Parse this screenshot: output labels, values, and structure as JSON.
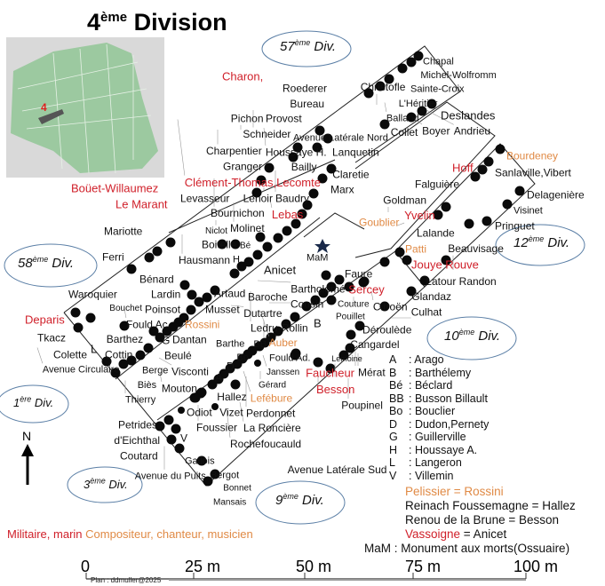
{
  "title": {
    "number": "4",
    "sup": "ème",
    "text": "Division"
  },
  "divisions": [
    {
      "num": "57",
      "sup": "ème",
      "text": "Div."
    },
    {
      "num": "58",
      "sup": "ème",
      "text": "Div."
    },
    {
      "num": "12",
      "sup": "ème",
      "text": "Div."
    },
    {
      "num": "10",
      "sup": "ème",
      "text": "Div."
    },
    {
      "num": "1",
      "sup": "ère",
      "text": "Div."
    },
    {
      "num": "3",
      "sup": "ème",
      "text": "Div."
    },
    {
      "num": "9",
      "sup": "ème",
      "text": "Div."
    }
  ],
  "minimap": {
    "marker": "4"
  },
  "north": "N",
  "colors": {
    "military": "#d0202a",
    "composer": "#e08a45",
    "division_ellipse": "#5b7fa6",
    "park": "#9cc9a0"
  },
  "labels": [
    {
      "text": "Chapal",
      "cat": "n"
    },
    {
      "text": "Michel-Wolfromm",
      "cat": "n"
    },
    {
      "text": "Sainte-Croix",
      "cat": "n"
    },
    {
      "text": "L'Héritier",
      "cat": "n"
    },
    {
      "text": "Balland",
      "cat": "n"
    },
    {
      "text": "Deslandes",
      "cat": "n"
    },
    {
      "text": "Christofle",
      "cat": "n"
    },
    {
      "text": "Collet",
      "cat": "n"
    },
    {
      "text": "Boyer",
      "cat": "n"
    },
    {
      "text": "Andrieu",
      "cat": "n"
    },
    {
      "text": "Avenue Latérale Nord",
      "cat": "n"
    },
    {
      "text": "Roederer",
      "cat": "n"
    },
    {
      "text": "Bureau",
      "cat": "n"
    },
    {
      "text": "Provost",
      "cat": "n"
    },
    {
      "text": "Charon,",
      "cat": "m"
    },
    {
      "text": "Schneider",
      "cat": "n"
    },
    {
      "text": "Houssaye H.",
      "cat": "n"
    },
    {
      "text": "Pichon",
      "cat": "n"
    },
    {
      "text": "Bailly",
      "cat": "n"
    },
    {
      "text": "Charpentier",
      "cat": "n"
    },
    {
      "text": "Clément-Thomas,Lecomte",
      "cat": "m"
    },
    {
      "text": "Granger",
      "cat": "n"
    },
    {
      "text": "Baudry",
      "cat": "n"
    },
    {
      "text": "Lebas",
      "cat": "m"
    },
    {
      "text": "Lenoir",
      "cat": "n"
    },
    {
      "text": "Bournichon",
      "cat": "n"
    },
    {
      "text": "Molinet",
      "cat": "n"
    },
    {
      "text": "Niclot",
      "cat": "n"
    },
    {
      "text": "Levasseur",
      "cat": "n"
    },
    {
      "text": "Boitelle",
      "cat": "n"
    },
    {
      "text": "Bé",
      "cat": "n"
    },
    {
      "text": "H",
      "cat": "n"
    },
    {
      "text": "Hausmann",
      "cat": "n"
    },
    {
      "text": "Anicet",
      "cat": "n"
    },
    {
      "text": "Marx",
      "cat": "n"
    },
    {
      "text": "Claretie",
      "cat": "n"
    },
    {
      "text": "Lanquetin",
      "cat": "n"
    },
    {
      "text": "MaM",
      "cat": "n"
    },
    {
      "text": "Goublier",
      "cat": "c"
    },
    {
      "text": "Le Marant",
      "cat": "m"
    },
    {
      "text": "Boüet-Willaumez",
      "cat": "m"
    },
    {
      "text": "Mariotte",
      "cat": "n"
    },
    {
      "text": "Ferri",
      "cat": "n"
    },
    {
      "text": "Bénard",
      "cat": "n"
    },
    {
      "text": "Lardin",
      "cat": "n"
    },
    {
      "text": "Poinsot",
      "cat": "n"
    },
    {
      "text": "Fould Ac.",
      "cat": "n"
    },
    {
      "text": "G",
      "cat": "n"
    },
    {
      "text": "Bouchet",
      "cat": "n"
    },
    {
      "text": "Waroquier",
      "cat": "n"
    },
    {
      "text": "Deparis",
      "cat": "m"
    },
    {
      "text": "Tkacz",
      "cat": "n"
    },
    {
      "text": "L",
      "cat": "n"
    },
    {
      "text": "Barthez",
      "cat": "n"
    },
    {
      "text": "Cottin",
      "cat": "n"
    },
    {
      "text": "Colette",
      "cat": "n"
    },
    {
      "text": "Berge",
      "cat": "n"
    },
    {
      "text": "Biès",
      "cat": "n"
    },
    {
      "text": "Thierry",
      "cat": "n"
    },
    {
      "text": "Dantan",
      "cat": "n"
    },
    {
      "text": "Beulé",
      "cat": "n"
    },
    {
      "text": "Visconti",
      "cat": "n"
    },
    {
      "text": "Mouton",
      "cat": "n"
    },
    {
      "text": "Rossini",
      "cat": "c"
    },
    {
      "text": "Musset",
      "cat": "n"
    },
    {
      "text": "Artaud",
      "cat": "n"
    },
    {
      "text": "Dutartre",
      "cat": "n"
    },
    {
      "text": "Baroche",
      "cat": "n"
    },
    {
      "text": "Bartholomé",
      "cat": "n"
    },
    {
      "text": "Ledru-Rollin",
      "cat": "n"
    },
    {
      "text": "Cousin",
      "cat": "n"
    },
    {
      "text": "Auber",
      "cat": "c"
    },
    {
      "text": "BB",
      "cat": "n"
    },
    {
      "text": "B",
      "cat": "n"
    },
    {
      "text": "Barthe",
      "cat": "n"
    },
    {
      "text": "Bo",
      "cat": "n"
    },
    {
      "text": "D",
      "cat": "n"
    },
    {
      "text": "A",
      "cat": "n"
    },
    {
      "text": "Fould Ad.",
      "cat": "n"
    },
    {
      "text": "Janssen",
      "cat": "n"
    },
    {
      "text": "Gérard",
      "cat": "n"
    },
    {
      "text": "Lefébure",
      "cat": "c"
    },
    {
      "text": "Perdonnet",
      "cat": "n"
    },
    {
      "text": "Hallez",
      "cat": "n"
    },
    {
      "text": "La Roncière",
      "cat": "n"
    },
    {
      "text": "Rochefoucauld",
      "cat": "n"
    },
    {
      "text": "Vizet",
      "cat": "n"
    },
    {
      "text": "Foussier",
      "cat": "n"
    },
    {
      "text": "Odiot",
      "cat": "n"
    },
    {
      "text": "V",
      "cat": "n"
    },
    {
      "text": "Petrides",
      "cat": "n"
    },
    {
      "text": "d'Eichthal",
      "cat": "n"
    },
    {
      "text": "Coutard",
      "cat": "n"
    },
    {
      "text": "Gallois",
      "cat": "n"
    },
    {
      "text": "Bergot",
      "cat": "n"
    },
    {
      "text": "Bonnet",
      "cat": "n"
    },
    {
      "text": "Mansais",
      "cat": "n"
    },
    {
      "text": "Avenue du Puits",
      "cat": "n"
    },
    {
      "text": "Avenue Circulaire",
      "cat": "n"
    },
    {
      "text": "Avenue Latérale Sud",
      "cat": "n"
    },
    {
      "text": "Faucheur",
      "cat": "m"
    },
    {
      "text": "Besson",
      "cat": "m"
    },
    {
      "text": "Lemoine",
      "cat": "n"
    },
    {
      "text": "Poupinel",
      "cat": "n"
    },
    {
      "text": "Cangardel",
      "cat": "n"
    },
    {
      "text": "Mérat",
      "cat": "n"
    },
    {
      "text": "Déroulède",
      "cat": "n"
    },
    {
      "text": "Couture",
      "cat": "n"
    },
    {
      "text": "Pouillet",
      "cat": "n"
    },
    {
      "text": "Sercey",
      "cat": "m"
    },
    {
      "text": "Citroën",
      "cat": "n"
    },
    {
      "text": "Faure",
      "cat": "n"
    },
    {
      "text": "Culhat",
      "cat": "n"
    },
    {
      "text": "Glandaz",
      "cat": "n"
    },
    {
      "text": "Latour Randon",
      "cat": "n"
    },
    {
      "text": "Jouye Rouve",
      "cat": "m"
    },
    {
      "text": "Patti",
      "cat": "c"
    },
    {
      "text": "Beauvisage",
      "cat": "n"
    },
    {
      "text": "Lalande",
      "cat": "n"
    },
    {
      "text": "Yvelin",
      "cat": "m"
    },
    {
      "text": "Goldman",
      "cat": "n"
    },
    {
      "text": "Pringuet",
      "cat": "n"
    },
    {
      "text": "Visinet",
      "cat": "n"
    },
    {
      "text": "Delagenière",
      "cat": "n"
    },
    {
      "text": "Falguière",
      "cat": "n"
    },
    {
      "text": "Hoff",
      "cat": "m"
    },
    {
      "text": "Sanlaville,Vibert",
      "cat": "n"
    },
    {
      "text": "Bourdeney",
      "cat": "c"
    }
  ],
  "legend": {
    "abbreviations": [
      {
        "key": "A",
        "value": ": Arago"
      },
      {
        "key": "B",
        "value": ": Barthélemy"
      },
      {
        "key": "Bé",
        "value": ": Béclard"
      },
      {
        "key": "BB",
        "value": ": Busson Billault"
      },
      {
        "key": "Bo",
        "value": ": Bouclier"
      },
      {
        "key": "D",
        "value": ": Dudon,Pernety"
      },
      {
        "key": "G",
        "value": ": Guillerville"
      },
      {
        "key": "H",
        "value": ": Houssaye A."
      },
      {
        "key": "L",
        "value": ": Langeron"
      },
      {
        "key": "V",
        "value": ": Villemin"
      }
    ],
    "equivalences": [
      {
        "text": "Pelissier = Rossini",
        "cat": "c"
      },
      {
        "text": "Reinach Foussemagne = Hallez",
        "cat": "n"
      },
      {
        "text": "Renou de la Brune = Besson",
        "cat": "n"
      },
      {
        "left": "Vassoigne",
        "right": " = Anicet",
        "cat": "m"
      }
    ],
    "mam": "MaM : Monument aux morts(Ossuaire)",
    "categories": {
      "military": "Militaire, marin",
      "composer": "Compositeur, chanteur, musicien"
    }
  },
  "scale": {
    "ticks": [
      "0",
      "25 m",
      "50 m",
      "75 m",
      "100 m"
    ],
    "credit": "Plan : ddmuller@2025"
  }
}
